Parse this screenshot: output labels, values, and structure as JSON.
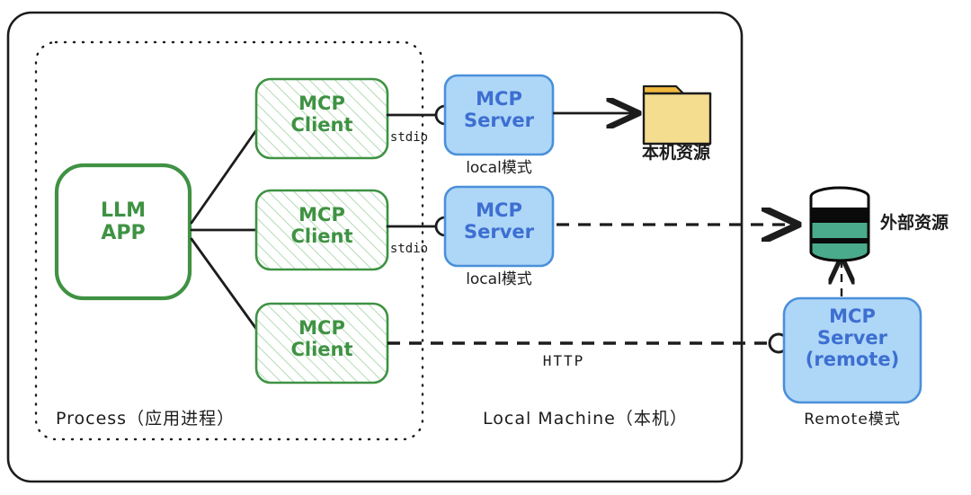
{
  "diagram": {
    "title_present": false,
    "colors": {
      "client_border": "#3f9243",
      "client_fill": "#ffffff",
      "client_hatch": "#8cc98f",
      "client_text": "#3f9243",
      "server_border": "#4a90d9",
      "server_fill": "#aed6f7",
      "server_text": "#3d6fd1",
      "outline": "#1c1c1c",
      "folder_fill": "#f5dd8f",
      "folder_tab": "#f0b93c",
      "db_band": "#4aab8c",
      "db_dark": "#0a0a0a"
    },
    "outer_container": {
      "name": "Local Machine outer boundary",
      "label": "Local Machine（本机）"
    },
    "process_container": {
      "name": "Process dotted boundary",
      "label": "Process（应用进程）"
    },
    "app_box": {
      "line1": "LLM",
      "line2": "APP"
    },
    "clients": [
      {
        "line1": "MCP",
        "line2": "Client"
      },
      {
        "line1": "MCP",
        "line2": "Client"
      },
      {
        "line1": "MCP",
        "line2": "Client"
      }
    ],
    "servers": [
      {
        "line1": "MCP",
        "line2": "Server",
        "line3": "",
        "caption": "local模式"
      },
      {
        "line1": "MCP",
        "line2": "Server",
        "line3": "",
        "caption": "local模式"
      },
      {
        "line1": "MCP",
        "line2": "Server",
        "line3": "(remote)",
        "caption": "Remote模式"
      }
    ],
    "transports": [
      {
        "label": "stdio"
      },
      {
        "label": "stdio"
      },
      {
        "label": "HTTP"
      }
    ],
    "resources": [
      {
        "icon": "folder-icon",
        "label": "本机资源"
      },
      {
        "icon": "database-icon",
        "label": "外部资源"
      }
    ]
  }
}
